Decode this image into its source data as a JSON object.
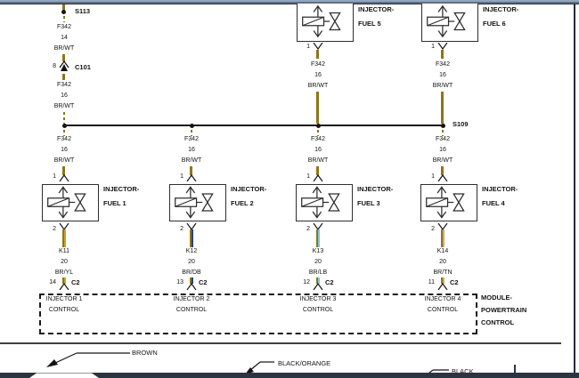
{
  "colors": {
    "wire_brown": "#8f7518",
    "tracer_yellow": "#c9a227",
    "tracer_dark_blue": "#26417f",
    "tracer_light_blue": "#7cc8d6",
    "tracer_tan": "#c9a87a",
    "top_bar_light": "#93a6bc",
    "top_bar_dark": "#5d7089",
    "bottom_bar": "#2b3542"
  },
  "top_left": {
    "splice": "S113",
    "wire_a_circuit": "F342",
    "wire_a_gauge": "14",
    "wire_a_color": "BR/WT",
    "conn_pin": "8",
    "conn_name": "C101",
    "wire_b_circuit": "F342",
    "wire_b_gauge": "16",
    "wire_b_color": "BR/WT"
  },
  "bus_splice": "S109",
  "top_injectors": [
    {
      "title1": "INJECTOR-",
      "title2": "FUEL 5",
      "pin": "1",
      "circuit": "F342",
      "gauge": "16",
      "color": "BR/WT"
    },
    {
      "title1": "INJECTOR-",
      "title2": "FUEL 6",
      "pin": "1",
      "circuit": "F342",
      "gauge": "16",
      "color": "BR/WT"
    }
  ],
  "injectors": [
    {
      "title1": "INJECTOR-",
      "title2": "FUEL 1",
      "feed_circuit": "F342",
      "feed_gauge": "16",
      "feed_color": "BR/WT",
      "pin_top": "1",
      "pin_bottom": "2",
      "ctrl_circuit": "K11",
      "ctrl_gauge": "20",
      "ctrl_color": "BR/YL",
      "pcm_pin": "14",
      "pcm_conn": "C2",
      "ctrl_line1": "INJECTOR 1",
      "ctrl_line2": "CONTROL"
    },
    {
      "title1": "INJECTOR-",
      "title2": "FUEL 2",
      "feed_circuit": "F342",
      "feed_gauge": "16",
      "feed_color": "BR/WT",
      "pin_top": "1",
      "pin_bottom": "2",
      "ctrl_circuit": "K12",
      "ctrl_gauge": "20",
      "ctrl_color": "BR/DB",
      "pcm_pin": "13",
      "pcm_conn": "C2",
      "ctrl_line1": "INJECTOR 2",
      "ctrl_line2": "CONTROL"
    },
    {
      "title1": "INJECTOR-",
      "title2": "FUEL 3",
      "feed_circuit": "F342",
      "feed_gauge": "16",
      "feed_color": "BR/WT",
      "pin_top": "1",
      "pin_bottom": "2",
      "ctrl_circuit": "K13",
      "ctrl_gauge": "20",
      "ctrl_color": "BR/LB",
      "pcm_pin": "12",
      "pcm_conn": "C2",
      "ctrl_line1": "INJECTOR 3",
      "ctrl_line2": "CONTROL"
    },
    {
      "title1": "INJECTOR-",
      "title2": "FUEL 4",
      "feed_circuit": "F342",
      "feed_gauge": "16",
      "feed_color": "BR/WT",
      "pin_top": "1",
      "pin_bottom": "2",
      "ctrl_circuit": "K14",
      "ctrl_gauge": "20",
      "ctrl_color": "BR/TN",
      "pcm_pin": "11",
      "pcm_conn": "C2",
      "ctrl_line1": "INJECTOR 4",
      "ctrl_line2": "CONTROL"
    }
  ],
  "pcm": {
    "line1": "MODULE-",
    "line2": "POWERTRAIN",
    "line3": "CONTROL"
  },
  "legend": {
    "brown": "BROWN",
    "black_orange": "BLACK/ORANGE",
    "black": "BLACK"
  }
}
